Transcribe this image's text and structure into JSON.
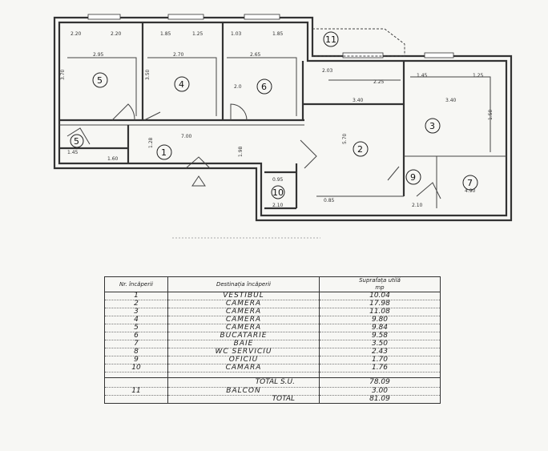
{
  "plan": {
    "rooms": [
      {
        "nr": "1",
        "id": "room-1"
      },
      {
        "nr": "2",
        "id": "room-2"
      },
      {
        "nr": "3",
        "id": "room-3"
      },
      {
        "nr": "4",
        "id": "room-4"
      },
      {
        "nr": "5",
        "id": "room-5-main"
      },
      {
        "nr": "5",
        "id": "room-5-small"
      },
      {
        "nr": "6",
        "id": "room-6"
      },
      {
        "nr": "7",
        "id": "room-7"
      },
      {
        "nr": "9",
        "id": "room-9"
      },
      {
        "nr": "10",
        "id": "room-10"
      },
      {
        "nr": "11",
        "id": "room-11"
      }
    ],
    "dimensions": [
      "2.95",
      "2.70",
      "2.65",
      "3.70",
      "3.50",
      "2.0",
      "5.70",
      "3.40",
      "3.40",
      "1.50",
      "7.00",
      "1.98",
      "1.28",
      "4.90",
      "2.20",
      "2.20",
      "1.85",
      "1.25",
      "1.03",
      "1.85",
      "1.45",
      "1.60",
      "0.95",
      "2.10",
      "2.25",
      "2.03",
      "1.45",
      "1.25",
      "0.85",
      "2.10"
    ]
  },
  "table": {
    "headers": {
      "nr": "Nr. încăperii",
      "name": "Destinația încăperii",
      "area": "Suprafața utilă"
    },
    "unit": "mp",
    "rows": [
      {
        "nr": "1",
        "name": "VESTIBUL",
        "area": "10.04"
      },
      {
        "nr": "2",
        "name": "CAMERA",
        "area": "17.98"
      },
      {
        "nr": "3",
        "name": "CAMERA",
        "area": "11.08"
      },
      {
        "nr": "4",
        "name": "CAMERA",
        "area": "9.80"
      },
      {
        "nr": "5",
        "name": "CAMERA",
        "area": "9.84"
      },
      {
        "nr": "6",
        "name": "BUCATARIE",
        "area": "9.58"
      },
      {
        "nr": "7",
        "name": "BAIE",
        "area": "3.50"
      },
      {
        "nr": "8",
        "name": "WC SERVICIU",
        "area": "2.43"
      },
      {
        "nr": "9",
        "name": "OFICIU",
        "area": "1.70"
      },
      {
        "nr": "10",
        "name": "CAMARA",
        "area": "1.76"
      }
    ],
    "total_su": {
      "label": "TOTAL S.U.",
      "area": "78.09"
    },
    "balcon": {
      "nr": "11",
      "name": "BALCON",
      "area": "3.00"
    },
    "total": {
      "label": "TOTAL",
      "area": "81.09"
    }
  }
}
